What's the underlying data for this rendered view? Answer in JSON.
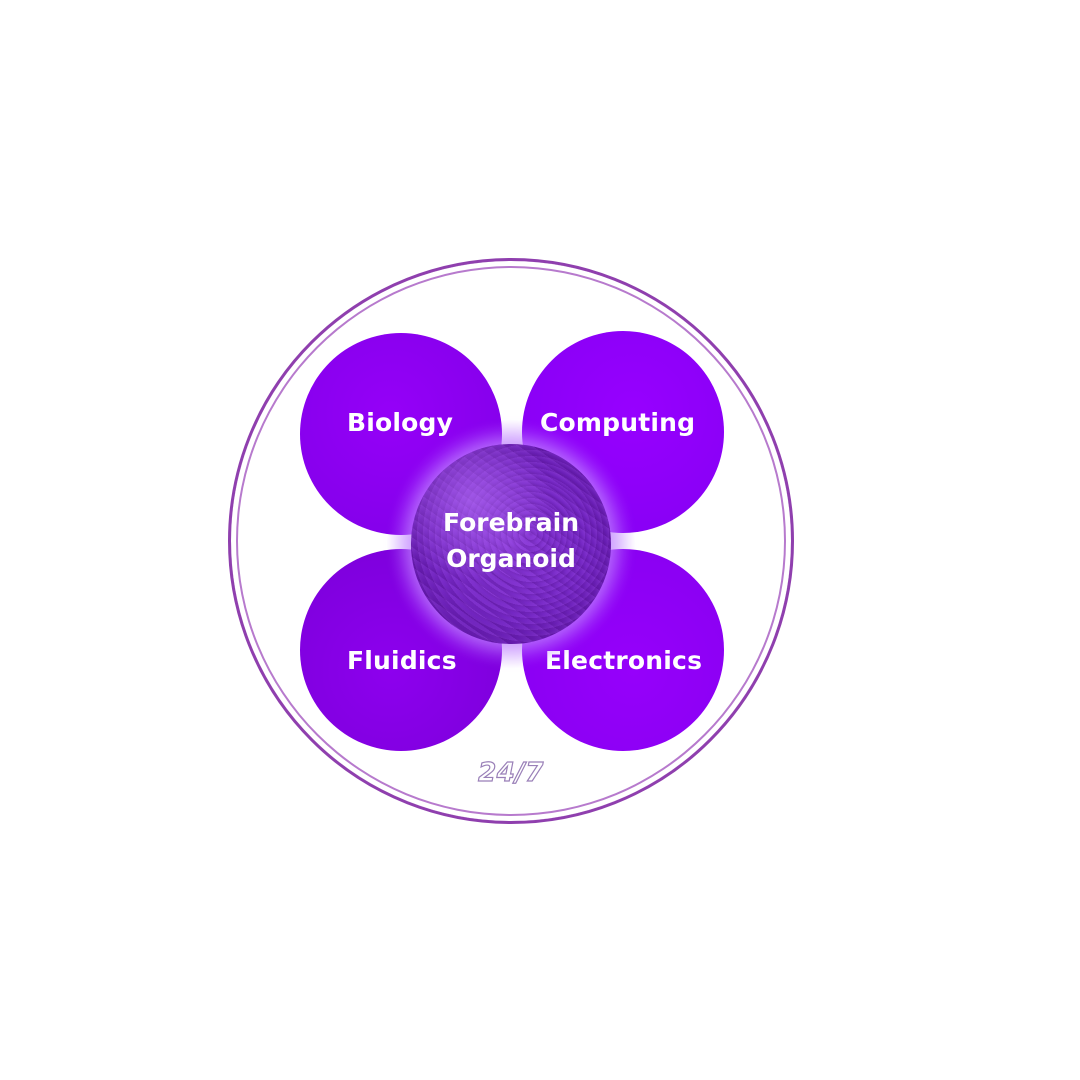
{
  "diagram": {
    "center": {
      "line1": "Forebrain",
      "line2": "Organoid"
    },
    "petals": [
      {
        "label": "Biology"
      },
      {
        "label": "Computing"
      },
      {
        "label": "Fluidics"
      },
      {
        "label": "Electronics"
      }
    ],
    "footer_label": "24/7",
    "colors": {
      "petal": "#8b00f4",
      "ring": "#8f3fae",
      "organoid": "#7225c2",
      "text": "#ffffff"
    }
  }
}
